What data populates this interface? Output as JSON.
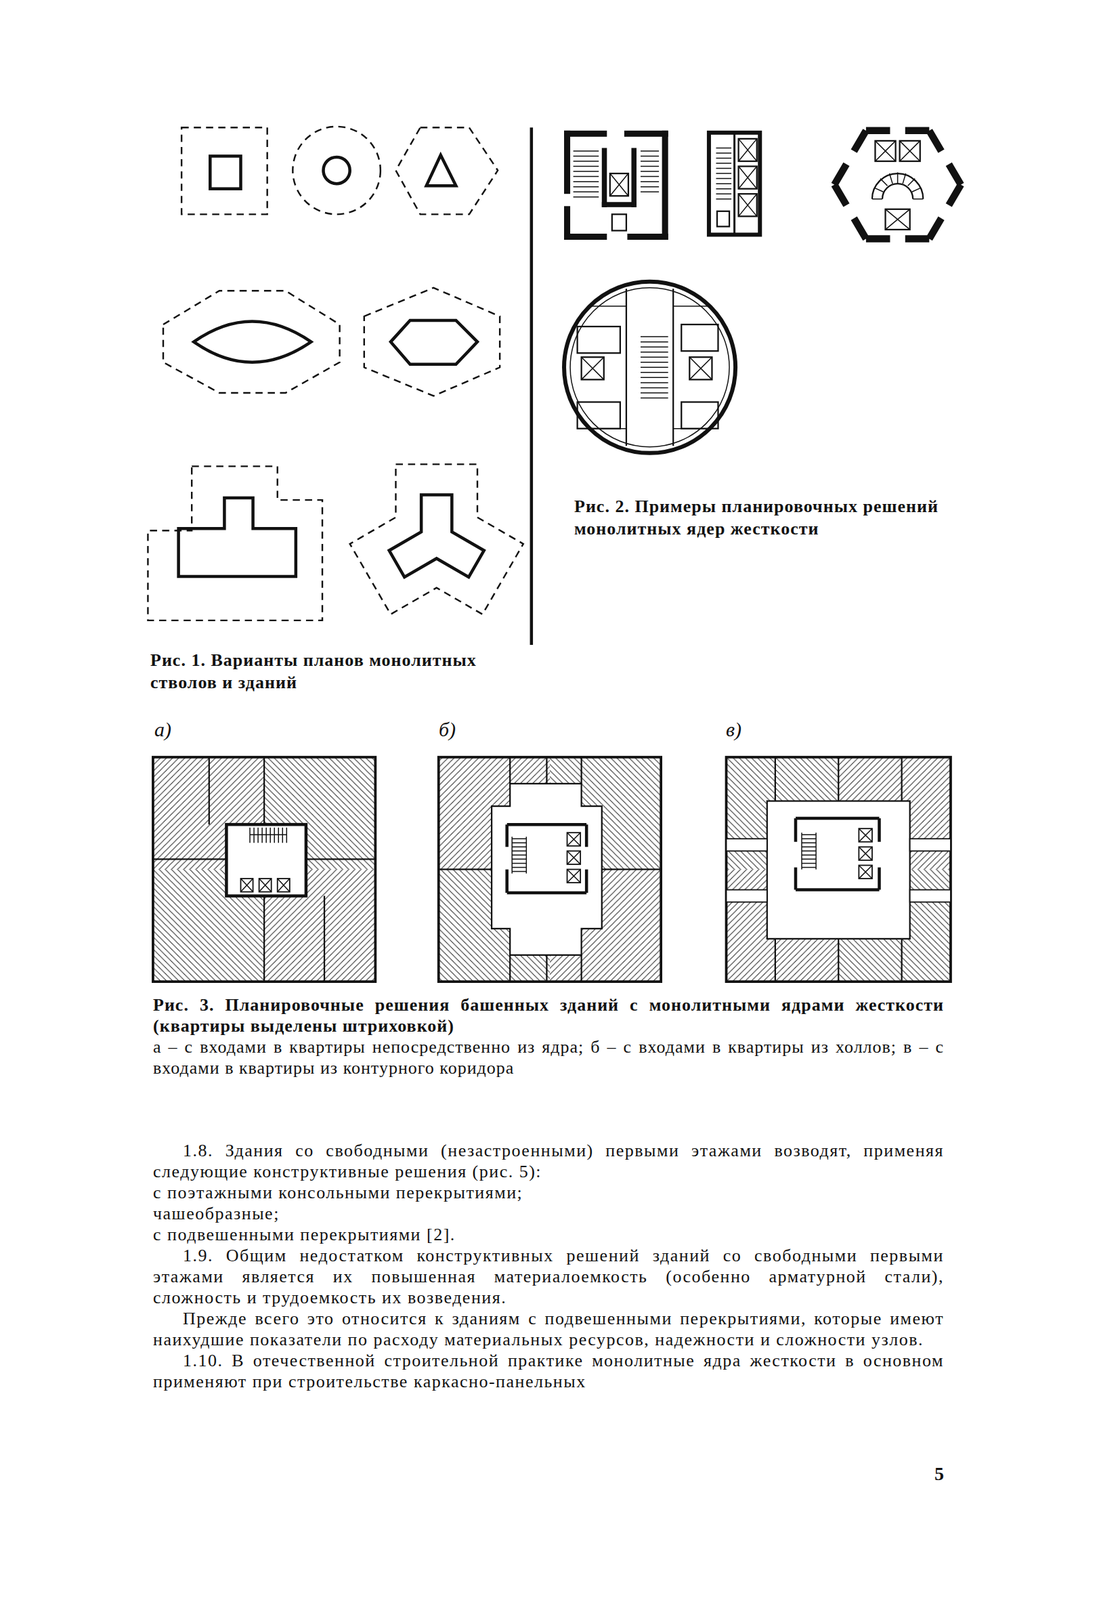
{
  "diagram": {
    "labels": [
      "Рис. 1. Варианты планов монолитных стволов и зданий",
      "Рис. 2. Примеры планировочных решений монолитных ядер жесткости",
      "а)",
      "б)",
      "в)",
      "Рис. 3. Планировочные решения башенных зданий с монолитными ядрами жесткости (квартиры выделены штриховкой)",
      "а – с входами в квартиры непосредственно из ядра; б – с входами в квартиры из холлов; в – с входами в квартиры из контурного коридора",
      "1.8. Здания со свободными (незастроенными) первыми этажами возводят, применяя следующие конструктивные решения (рис. 5):",
      "с поэтажными консольными перекрытиями;",
      "чашеобразные;",
      "с подвешенными перекрытиями [2].",
      "1.9. Общим недостатком конструктивных решений зданий со свободными первыми этажами является их повышенная материалоемкость (особенно арматурной стали), сложность и трудоемкость их возведения.",
      "Прежде всего это относится к зданиям с подвешенными перекрытиями, которые имеют наихудшие показатели по расходу материальных ресурсов, надежности и сложности узлов.",
      "1.10. В отечественной строительной практике монолитные ядра жесткости в основном применяют при строительстве каркасно-панельных",
      "5"
    ]
  }
}
